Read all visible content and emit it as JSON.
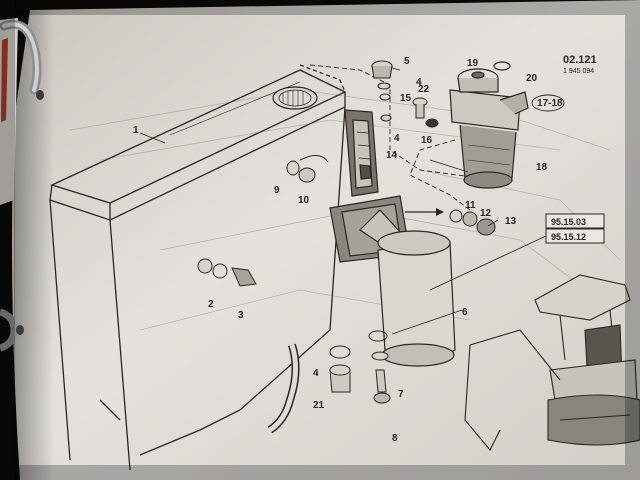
{
  "header": {
    "page_code": "02.121",
    "part_ref": "1 945 094"
  },
  "ref_boxes": [
    "95.15.03",
    "95.15.12"
  ],
  "callouts": {
    "c1": "1",
    "c2": "2",
    "c3": "3",
    "c4a": "4",
    "c4b": "4",
    "c4c": "4",
    "c5": "5",
    "c6": "6",
    "c7": "7",
    "c8": "8",
    "c9": "9",
    "c10": "10",
    "c11": "11",
    "c12": "12",
    "c13": "13",
    "c14": "14",
    "c15": "15",
    "c16": "16",
    "c17": "17-18",
    "c18": "18",
    "c19": "19",
    "c20": "20",
    "c21": "21",
    "c22": "22"
  },
  "colors": {
    "paper": "#e9e4df",
    "ink": "#2b2622",
    "binder_ring": "#b9b9b9",
    "background": "#0b0b0b"
  }
}
